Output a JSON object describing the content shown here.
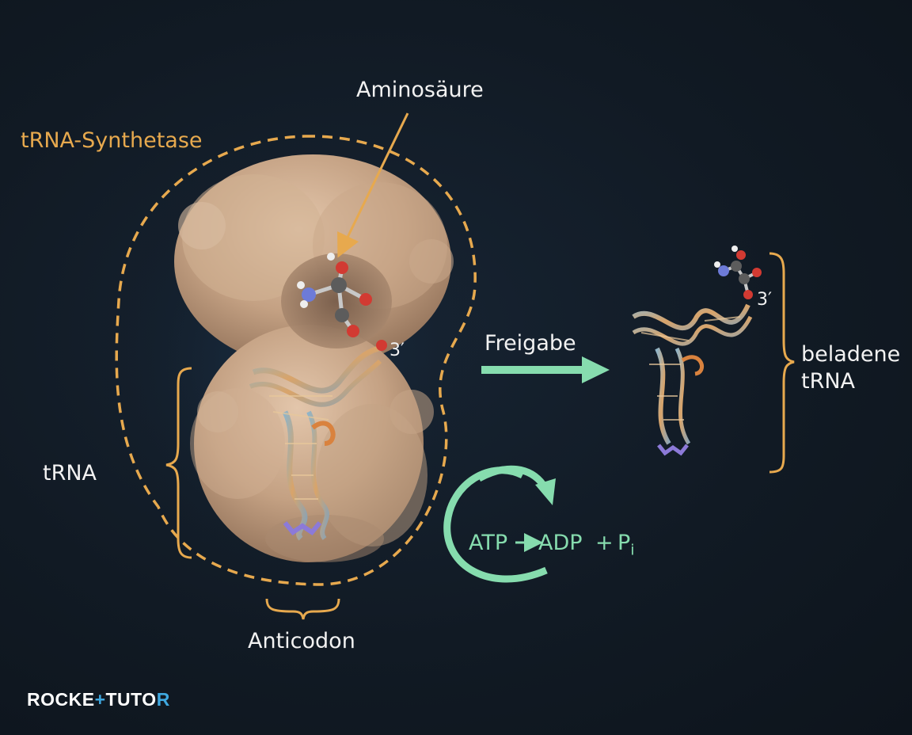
{
  "labels": {
    "amino_acid": "Aminosäure",
    "synthetase": "tRNA-Synthetase",
    "trna": "tRNA",
    "anticodon": "Anticodon",
    "release": "Freigabe",
    "loaded_trna_line1": "beladene",
    "loaded_trna_line2": "tRNA",
    "three_prime_a": "3′",
    "three_prime_b": "3′"
  },
  "reaction": {
    "reactant": "ATP",
    "product_1": "ADP",
    "plus": "+",
    "product_2": "P",
    "product_2_subscript": "i"
  },
  "brand": {
    "part1": "ROCKE",
    "accent": "+",
    "part2": "TUTO",
    "accent_end": "R"
  },
  "colors": {
    "background": "#111a24",
    "synthetase_outline": "#e7a94e",
    "arrow_green": "#86dcae",
    "text": "#f2f2f2",
    "protein": "#c8a78a"
  }
}
